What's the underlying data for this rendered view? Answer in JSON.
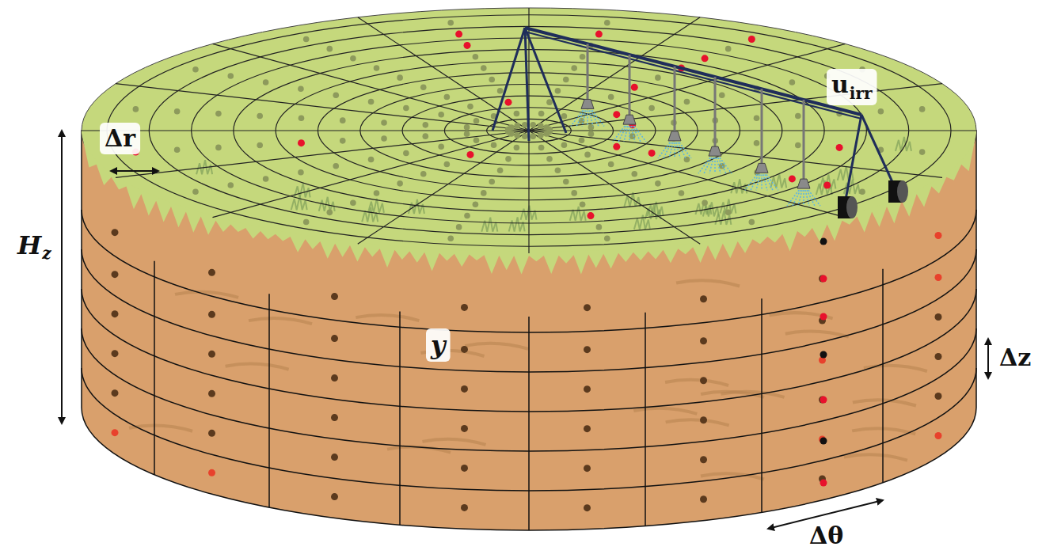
{
  "diagram": {
    "labels": [
      "Δr",
      "H",
      "z",
      "u",
      "irr",
      "y",
      "Δz",
      "Δθ"
    ]
  }
}
